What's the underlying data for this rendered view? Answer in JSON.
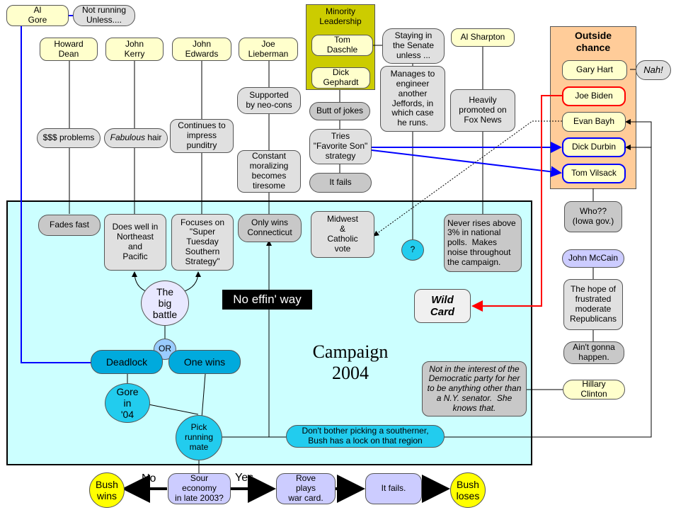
{
  "candidates": {
    "al_gore": "Al\nGore",
    "gore_note": "Not running\nUnless....",
    "howard_dean": "Howard\nDean",
    "john_kerry": "John\nKerry",
    "john_edwards": "John\nEdwards",
    "joe_lieberman": "Joe\nLieberman",
    "al_sharpton": "Al Sharpton",
    "john_mccain": "John McCain",
    "hillary_clinton": "Hillary\nClinton"
  },
  "minority": {
    "title": "Minority\nLeadership",
    "tom_daschle": "Tom\nDaschle",
    "dick_gephardt": "Dick\nGephardt",
    "daschle_note": "Staying in\nthe Senate\nunless ...",
    "jeffords_note": "Manages to\nengineer\nanother\nJeffords, in\nwhich case\nhe runs.",
    "butt_of_jokes": "Butt of jokes",
    "favorite_son": "Tries\n\"Favorite Son\"\nstrategy",
    "it_fails": "It fails"
  },
  "outside": {
    "title": "Outside\nchance",
    "gary_hart": "Gary Hart",
    "nah": "Nah!",
    "joe_biden": "Joe Biden",
    "evan_bayh": "Evan Bayh",
    "dick_durbin": "Dick Durbin",
    "tom_vilsack": "Tom Vilsack",
    "who": "Who??\n(Iowa gov.)"
  },
  "notes": {
    "dean_money": "$$$ problems",
    "kerry_hair_em": "Fabulous",
    "kerry_hair_rest": " hair",
    "edwards_pundits": "Continues to\nimpress\npunditry",
    "lieberman_neocons": "Supported\nby neo-cons",
    "lieberman_moral": "Constant\nmoralizing\nbecomes\ntiresome",
    "sharpton_fox": "Heavily\npromoted on\nFox News",
    "fades_fast": "Fades fast",
    "northeast": "Does well in\nNortheast\nand\nPacific",
    "super_tuesday": "Focuses on\n\"Super\nTuesday\nSouthern\nStrategy\"",
    "only_ct": "Only wins\nConnecticut",
    "midwest": "Midwest\n&\nCatholic\nvote",
    "question": "?",
    "sharpton_polls": "Never rises above\n3% in national\npolls.  Makes\nnoise throughout\nthe campaign.",
    "wild_card": "Wild\nCard",
    "no_way": "No effin' way",
    "big_battle": "The\nbig\nbattle",
    "or": "OR",
    "deadlock": "Deadlock",
    "one_wins": "One wins",
    "gore_04": "Gore\nin\n'04",
    "pick_mate": "Pick\nrunning\nmate",
    "southerner": "Don't bother picking a southerner,\nBush has a lock on that region",
    "campaign_title": "Campaign\n2004",
    "hillary_note": "Not in the interest of the\nDemocratic party for her\nto be anything other than\na N.Y. senator.  She\nknows that.",
    "mccain_hope": "The hope of\nfrustrated\nmoderate\nRepublicans",
    "aint_gonna": "Ain't gonna\nhappen."
  },
  "bottom": {
    "bush_wins": "Bush\nwins",
    "no": "No",
    "sour_economy": "Sour\neconomy\nin late 2003?",
    "yes": "Yes",
    "rove": "Rove\nplays\nwar card.",
    "it_fails": "It fails.",
    "bush_loses": "Bush\nloses"
  },
  "colors": {
    "campaign_bg": "#ccffff",
    "minority_bg": "#cccc00",
    "outside_bg": "#ffcc99",
    "blue_line": "#0000ff",
    "red_line": "#ff0000"
  }
}
